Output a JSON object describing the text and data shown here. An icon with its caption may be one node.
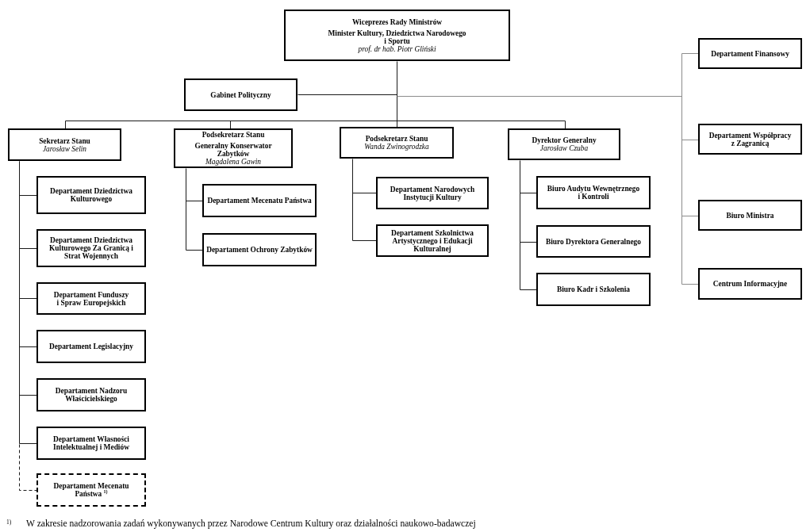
{
  "diagram": {
    "nodes": [
      {
        "text": [
          "Wiceprezes Rady Ministrów",
          "Minister Kultury, Dziedzictwa Narodowego i Sportu",
          "prof. dr hab. Piotr Gliński"
        ]
      },
      {
        "text": [
          "Gabinet Polityczny"
        ]
      },
      {
        "text": [
          "Sekretarz Stanu",
          "Jarosław Selin"
        ]
      },
      {
        "text": [
          "Podsekretarz Stanu",
          "Generalny Konserwator Zabytków",
          "Magdalena Gawin"
        ]
      },
      {
        "text": [
          "Podsekretarz Stanu",
          "Wanda Zwinogrodzka"
        ]
      },
      {
        "text": [
          "Dyrektor Generalny",
          "Jarosław Czuba"
        ]
      },
      {
        "text": [
          "Departament Finansowy"
        ]
      },
      {
        "text": [
          "Departament Współpracy z Zagranicą"
        ]
      },
      {
        "text": [
          "Biuro Ministra"
        ]
      },
      {
        "text": [
          "Centrum Informacyjne"
        ]
      },
      {
        "text": [
          "Departament Dziedzictwa Kulturowego"
        ]
      },
      {
        "text": [
          "Departament Dziedzictwa Kulturowego Za Granicą i Strat Wojennych"
        ]
      },
      {
        "text": [
          "Departament Funduszy i Spraw Europejskich"
        ]
      },
      {
        "text": [
          "Departament Legislacyjny"
        ]
      },
      {
        "text": [
          "Departament Nadzoru Właścicielskiego"
        ]
      },
      {
        "text": [
          "Departament Własności Intelektualnej i Mediów"
        ]
      },
      {
        "text": [
          "Departament Mecenatu Państwa $^{1)}$"
        ]
      },
      {
        "text": [
          "Departament Mecenatu Państwa"
        ]
      },
      {
        "text": [
          "Departament Ochrony Zabytków"
        ]
      },
      {
        "text": [
          "Departament Narodowych Instytucji Kultury"
        ]
      },
      {
        "text": [
          "Departament Szkolnictwa Artystycznego i Edukacji Kulturalnej"
        ]
      },
      {
        "text": [
          "Biuro Audytu Wewnętrznego i Kontroli"
        ]
      },
      {
        "text": [
          "Biuro Dyrektora Generalnego"
        ]
      },
      {
        "text": [
          "Biuro Kadr i Szkolenia"
        ]
      }
    ],
    "edges": [
      {
        "from": 0,
        "to": 1,
        "arrow": "none"
      },
      {
        "from": 0,
        "to": 2,
        "arrow": "none"
      },
      {
        "from": 0,
        "to": 3,
        "arrow": "none"
      },
      {
        "from": 0,
        "to": 4,
        "arrow": "none"
      },
      {
        "from": 0,
        "to": 5,
        "arrow": "none"
      },
      {
        "from": 0,
        "to": 6,
        "arrow": "none",
        "color": "#8c8c8c"
      },
      {
        "from": 0,
        "to": 7,
        "arrow": "none",
        "color": "#8c8c8c"
      },
      {
        "from": 0,
        "to": 8,
        "arrow": "none",
        "color": "#8c8c8c"
      },
      {
        "from": 0,
        "to": 9,
        "arrow": "none",
        "color": "#8c8c8c"
      },
      {
        "from": 2,
        "to": 10,
        "arrow": "none"
      },
      {
        "from": 2,
        "to": 11,
        "arrow": "none"
      },
      {
        "from": 2,
        "to": 12,
        "arrow": "none"
      },
      {
        "from": 2,
        "to": 13,
        "arrow": "none"
      },
      {
        "from": 2,
        "to": 14,
        "arrow": "none"
      },
      {
        "from": 2,
        "to": 15,
        "arrow": "none"
      },
      {
        "from": 2,
        "to": 16,
        "arrow": "none",
        "style": "dashed"
      },
      {
        "from": 3,
        "to": 17,
        "arrow": "none"
      },
      {
        "from": 3,
        "to": 18,
        "arrow": "none"
      },
      {
        "from": 4,
        "to": 19,
        "arrow": "none"
      },
      {
        "from": 4,
        "to": 20,
        "arrow": "none"
      },
      {
        "from": 5,
        "to": 21,
        "arrow": "none"
      },
      {
        "from": 5,
        "to": 22,
        "arrow": "none"
      },
      {
        "from": 5,
        "to": 23,
        "arrow": "none"
      }
    ],
    "labels": [
      "1)",
      "W zakresie nadzorowania zadań wykonywanych przez Narodowe Centrum Kultury oraz działalności naukowo-badawczej"
    ]
  }
}
